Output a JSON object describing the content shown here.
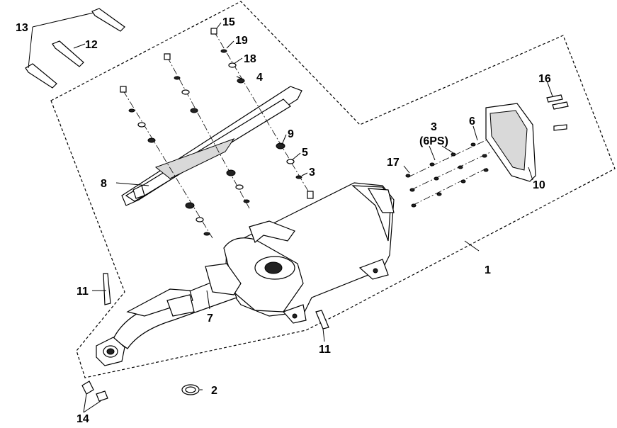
{
  "diagram": {
    "labels": {
      "p1": "1",
      "p2": "2",
      "p3a": "3",
      "p3b": "3",
      "p3b_qty": "(6PS)",
      "p4": "4",
      "p5": "5",
      "p6": "6",
      "p7": "7",
      "p8": "8",
      "p9": "9",
      "p10": "10",
      "p11a": "11",
      "p11b": "11",
      "p12": "12",
      "p13": "13",
      "p14": "14",
      "p15": "15",
      "p16": "16",
      "p17": "17",
      "p18": "18",
      "p19": "19"
    }
  }
}
